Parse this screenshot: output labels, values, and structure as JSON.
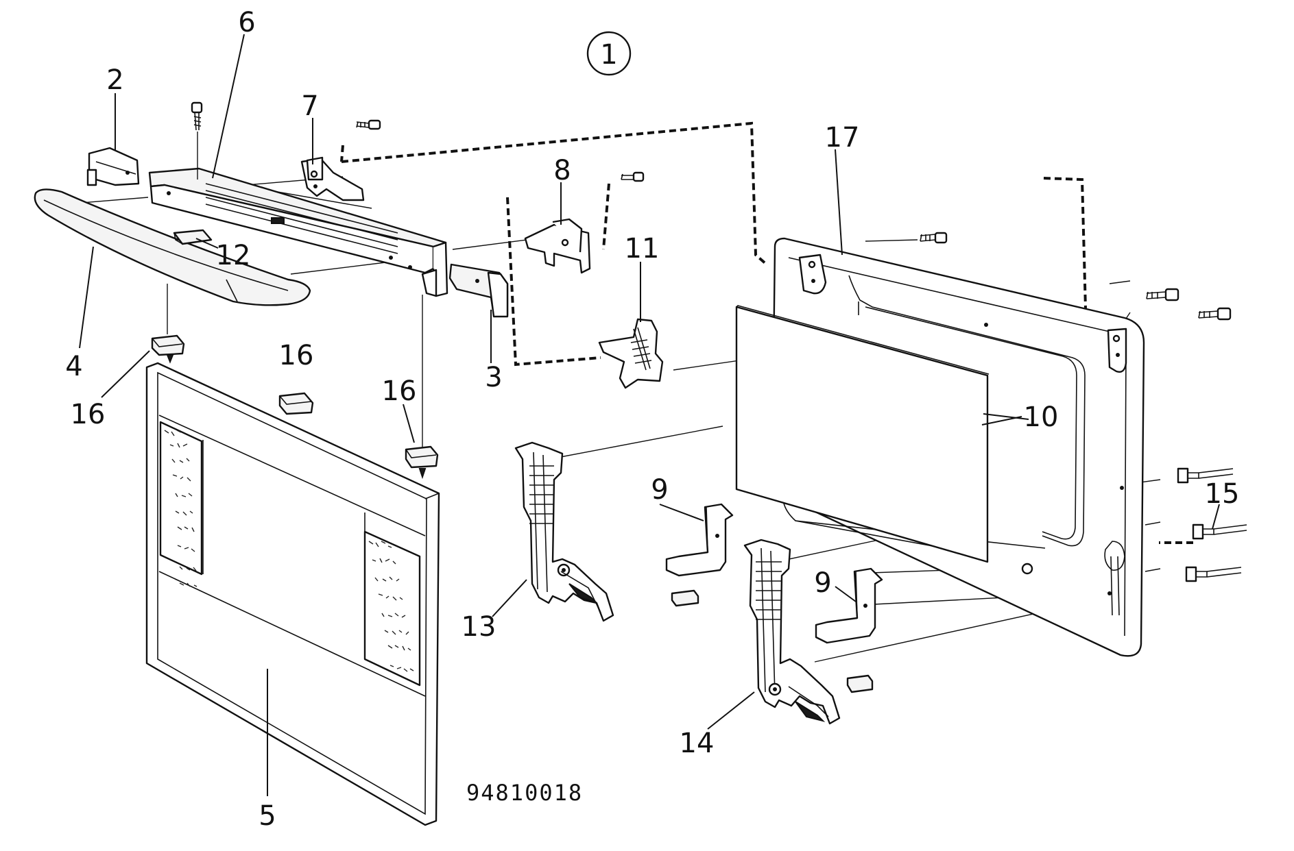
{
  "diagram": {
    "figure_marker": "1",
    "drawing_number": "94810018",
    "callouts": {
      "c2": "2",
      "c3": "3",
      "c4": "4",
      "c5": "5",
      "c6": "6",
      "c7": "7",
      "c8": "8",
      "c9a": "9",
      "c9b": "9",
      "c10": "10",
      "c11": "11",
      "c12": "12",
      "c13": "13",
      "c14": "14",
      "c15": "15",
      "c16a": "16",
      "c16b": "16",
      "c16c": "16",
      "c17": "17"
    }
  }
}
